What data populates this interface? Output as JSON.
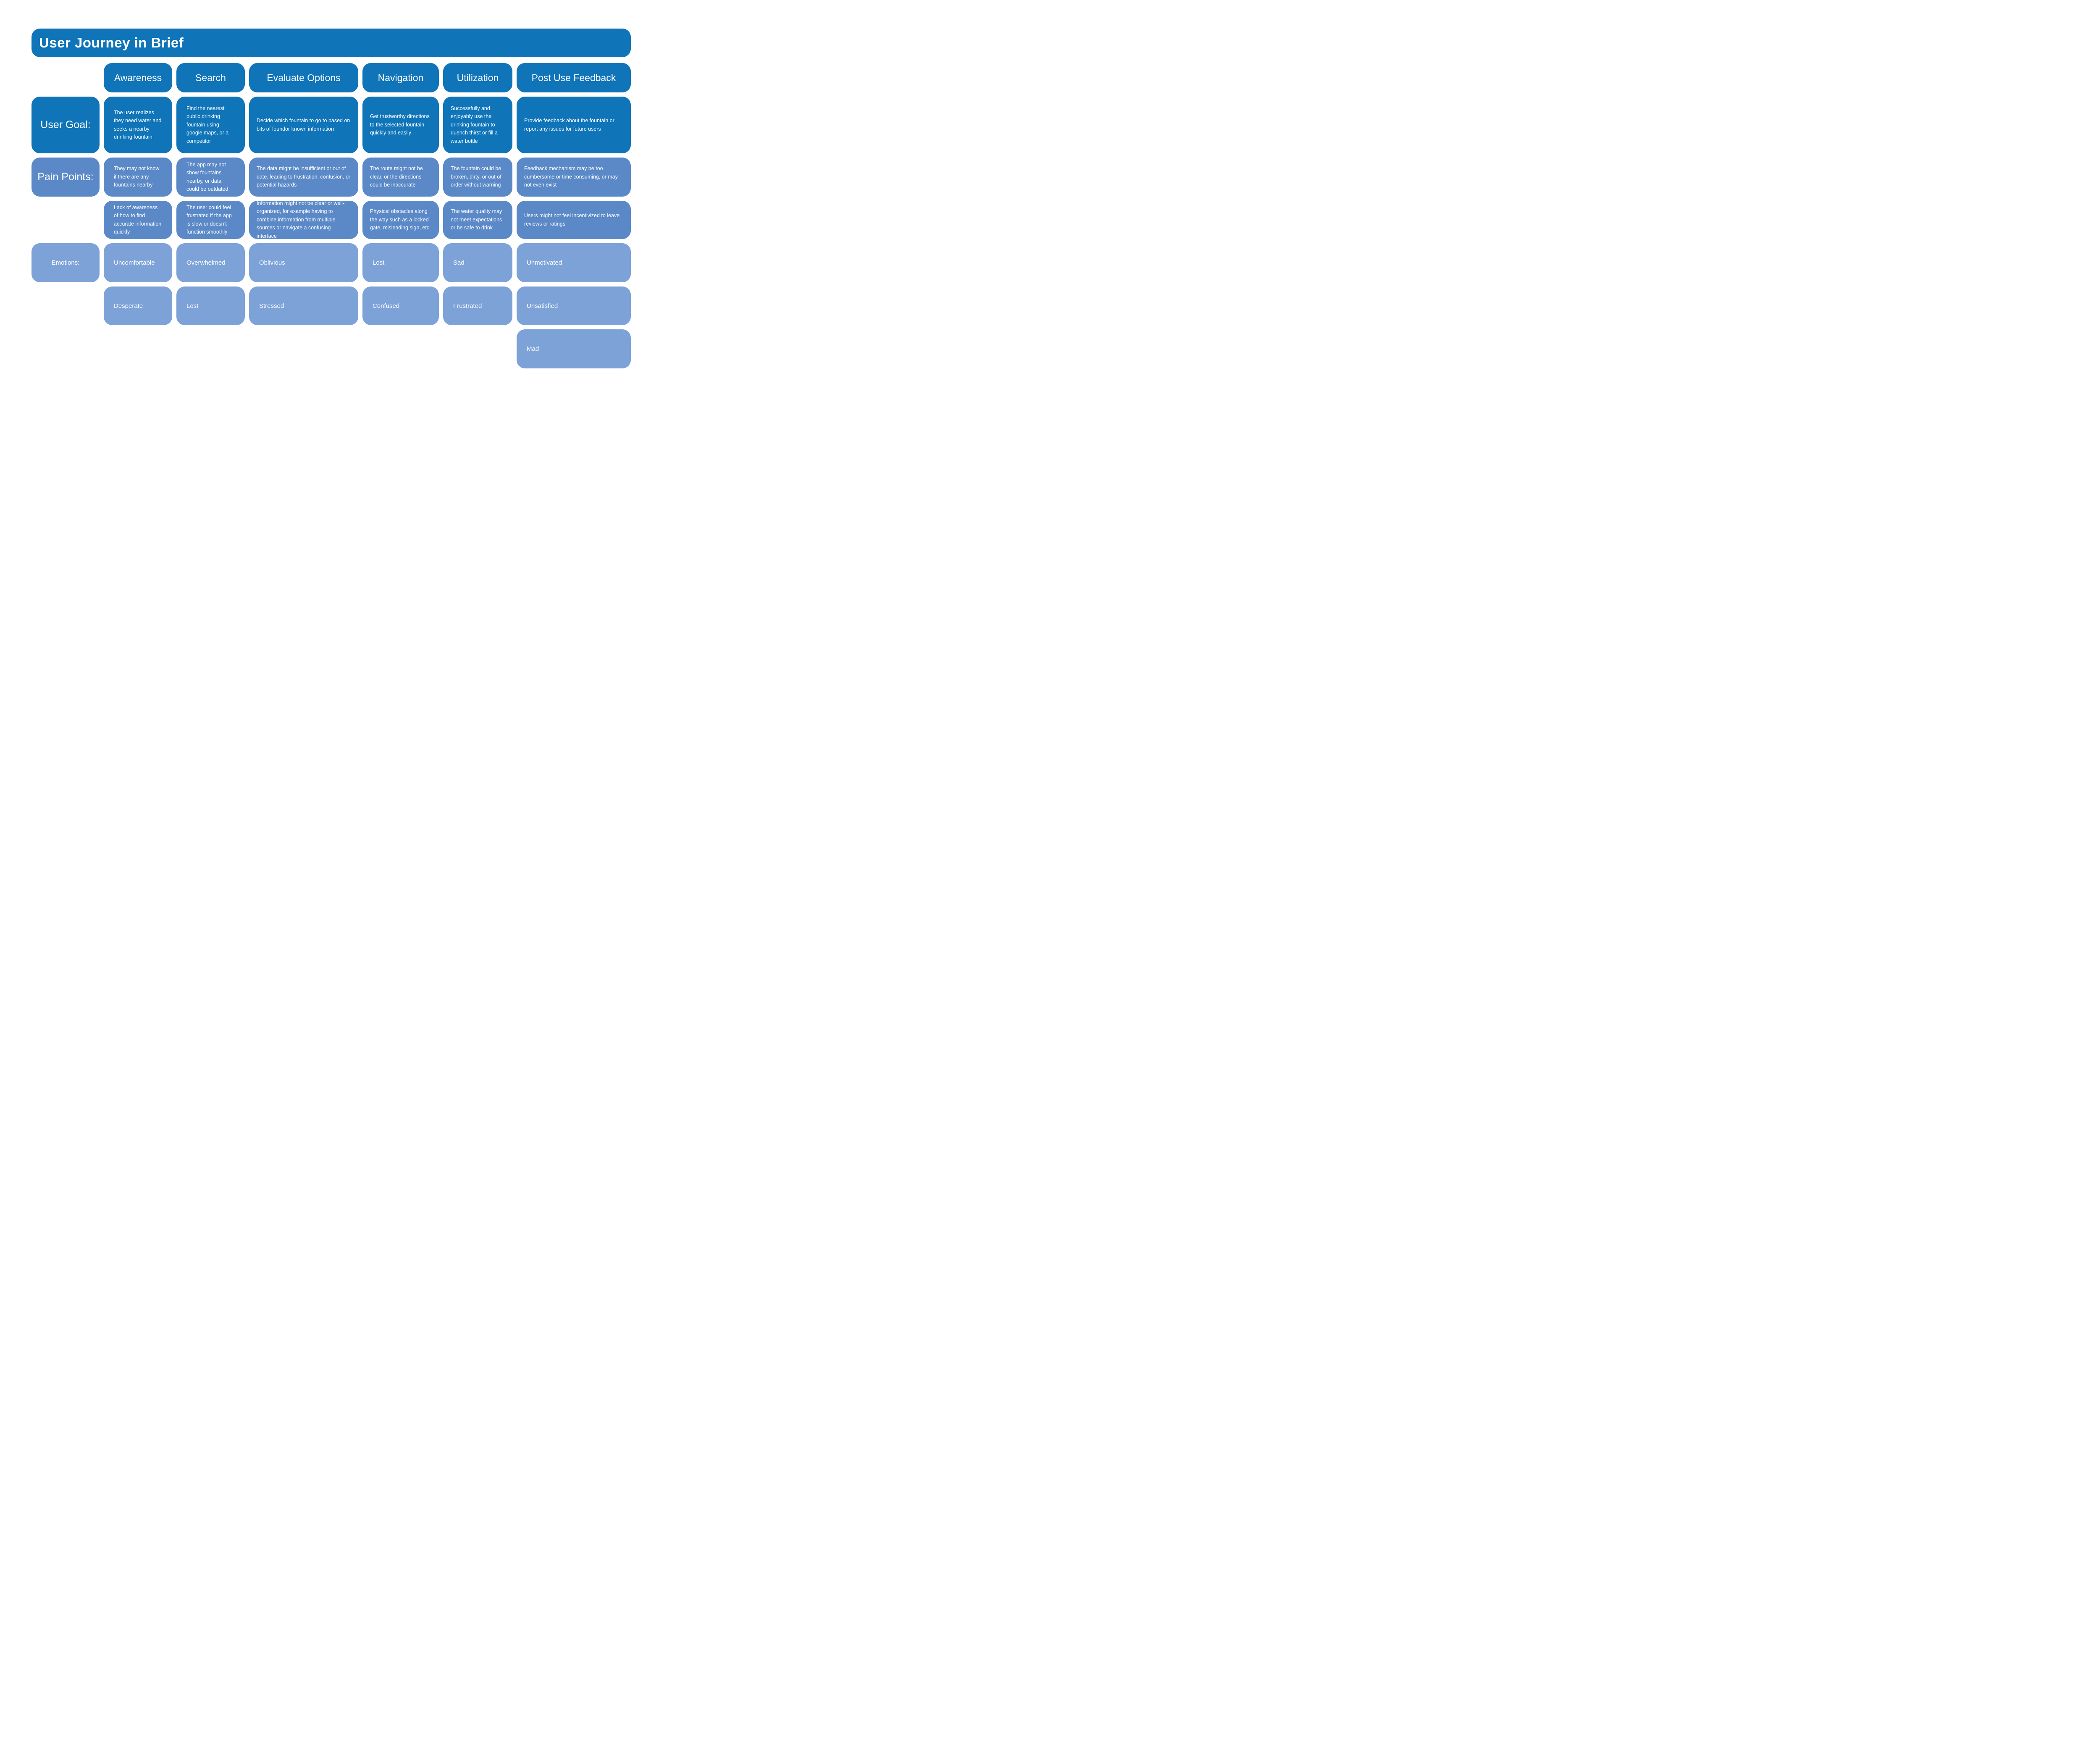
{
  "title": "User Journey in Brief",
  "colors": {
    "primary_dark": "#0f74b8",
    "pain_medium": "#5b89c7",
    "emotion_light": "#7da2d8",
    "text": "#ffffff",
    "background": "#ffffff"
  },
  "row_labels": {
    "user_goal": "User Goal:",
    "pain_points": "Pain Points:",
    "emotions": "Emotions:"
  },
  "columns": [
    {
      "label": "Awareness",
      "goal": "The user realizes they need water and seeks a nearby drinking fountain",
      "pain1": "They may not know if there are any fountains nearby",
      "pain2": "Lack of awareness of how to find accurate information quickly",
      "emotion1": "Uncomfortable",
      "emotion2": "Desperate"
    },
    {
      "label": "Search",
      "goal": "Find the nearest public drinking fountain using google maps, or a competitor",
      "pain1": "The app may not show fountains nearby, or data could be outdated",
      "pain2": "The user could feel frustrated if the app is slow or doesn’t function smoothly",
      "emotion1": "Overwhelmed",
      "emotion2": "Lost"
    },
    {
      "label": "Evaluate Options",
      "goal": "Decide which fountain to go to based on bits of foundor known information",
      "pain1": "The data might be insufficient or out of date, leading to frustration, confusion, or potential hazards",
      "pain2": "Information might not be clear or well-organized, for example having to combine information from multiple sources or navigate a confusing interface",
      "emotion1": "Oblivious",
      "emotion2": "Stressed"
    },
    {
      "label": "Navigation",
      "goal": "Get trustworthy directions to the selected fountain quickly and easily",
      "pain1": "The route might not be clear, or the directions could be inaccurate",
      "pain2": "Physical obstacles along the way such as a locked gate, misleading sign, etc.",
      "emotion1": "Lost",
      "emotion2": "Confused"
    },
    {
      "label": "Utilization",
      "goal": "Successfully and enjoyably use the drinking fountain to quench thirst or fill a water bottle",
      "pain1": "The fountain could be broken, dirty, or out of order without warning",
      "pain2": "The water quality may not meet expectations or be safe to drink",
      "emotion1": "Sad",
      "emotion2": "Frustrated"
    },
    {
      "label": "Post Use Feedback",
      "goal": "Provide feedback about the fountain or report any issues for future users",
      "pain1": "Feedback mechanism may be too cumbersome or time consuming, or may not even exist",
      "pain2": "Users might not feel incentivized to leave reviews or ratings",
      "emotion1": "Unmotivated",
      "emotion2": "Unsatisfied",
      "emotion3": "Mad"
    }
  ]
}
